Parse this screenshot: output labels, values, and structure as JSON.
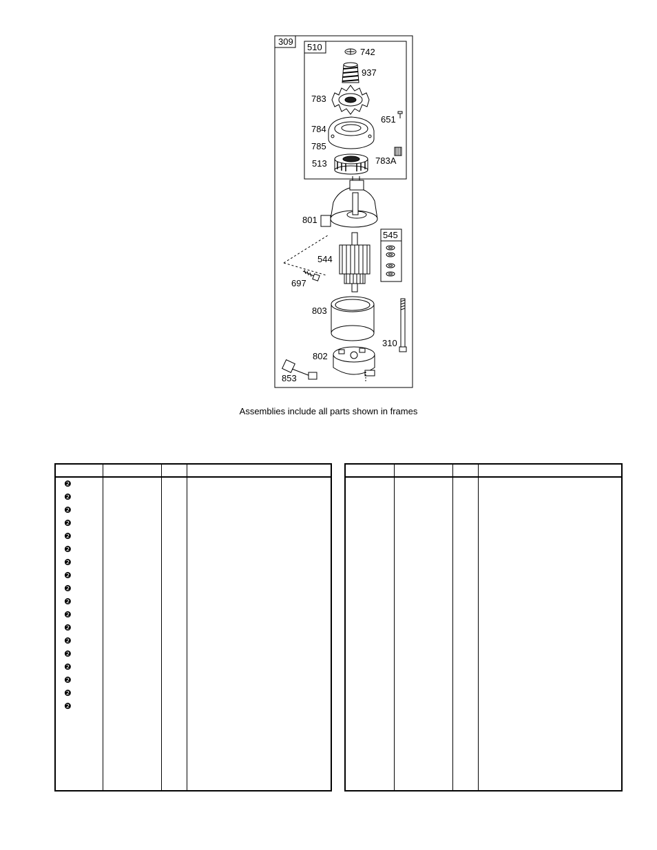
{
  "diagram": {
    "frames": {
      "outer": "309",
      "top": "510",
      "washers": "545"
    },
    "callouts": {
      "c742": "742",
      "c937": "937",
      "c783": "783",
      "c651": "651",
      "c784": "784",
      "c785": "785",
      "c513": "513",
      "c783A": "783A",
      "c801": "801",
      "c544": "544",
      "c697": "697",
      "c803": "803",
      "c310": "310",
      "c802": "802",
      "c853": "853"
    }
  },
  "caption": "Assemblies include all parts shown in frames",
  "tables": {
    "left": {
      "markers": [
        "❷",
        "❷",
        "❷",
        "❷",
        "❷",
        "❷",
        "❷",
        "❷",
        "❷",
        "❷",
        "❷",
        "❷",
        "❷",
        "❷",
        "❷",
        "❷",
        "❷",
        "❷"
      ]
    },
    "right": {
      "markers": []
    }
  }
}
